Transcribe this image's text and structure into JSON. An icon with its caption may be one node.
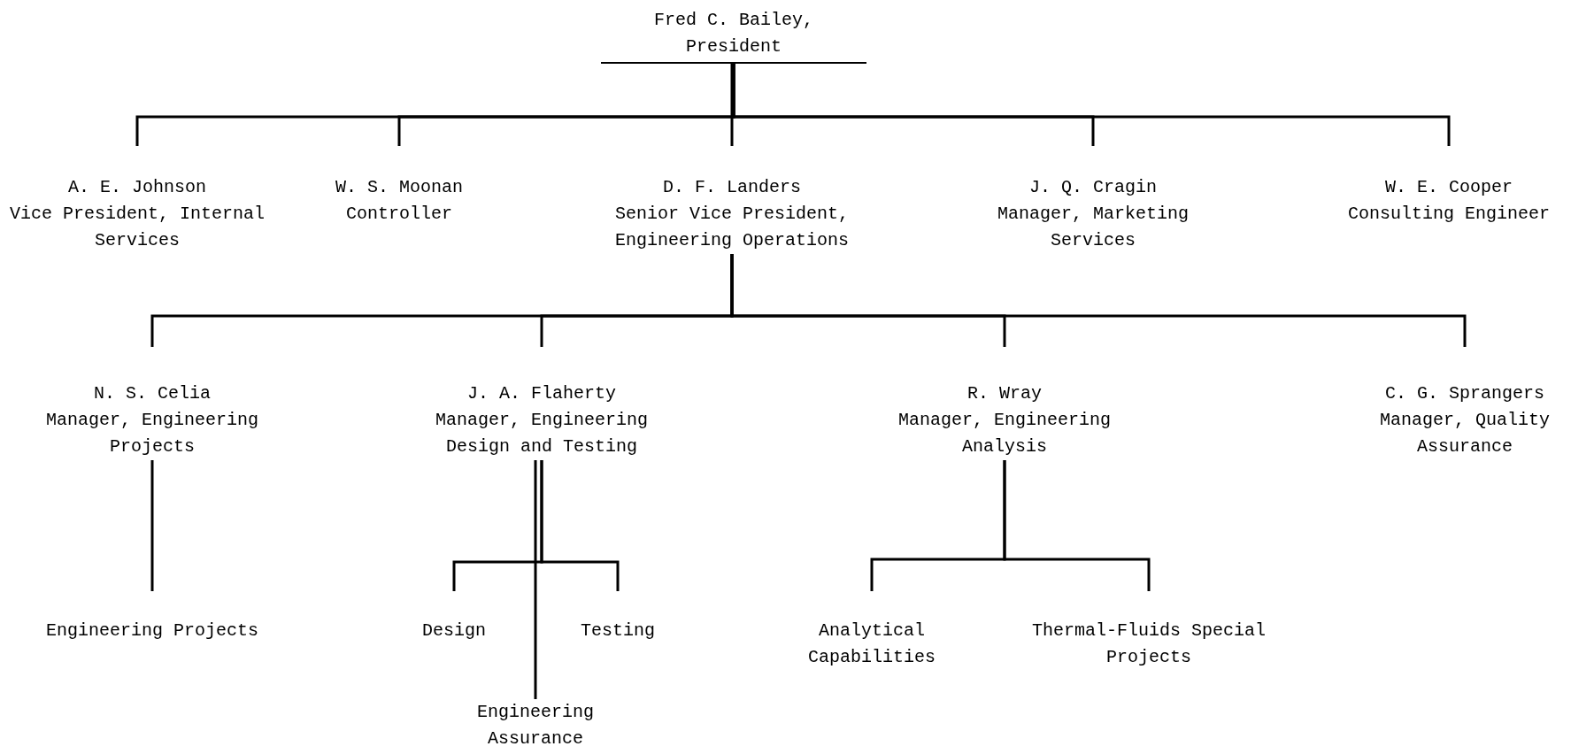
{
  "diagram": {
    "nodes": [
      {
        "text": [
          "Fred C. Bailey,",
          "President"
        ]
      },
      {
        "text": [
          "A. E. Johnson",
          "Vice President, Internal Services"
        ]
      },
      {
        "text": [
          "W. S. Moonan",
          "Controller"
        ]
      },
      {
        "text": [
          "D. F. Landers",
          "Senior Vice President, Engineering Operations"
        ]
      },
      {
        "text": [
          "J. Q. Cragin",
          "Manager, Marketing Services"
        ]
      },
      {
        "text": [
          "W. E. Cooper",
          "Consulting Engineer"
        ]
      },
      {
        "text": [
          "N. S. Celia",
          "Manager, Engineering Projects"
        ]
      },
      {
        "text": [
          "J. A. Flaherty",
          "Manager, Engineering Design and Testing"
        ]
      },
      {
        "text": [
          "R. Wray",
          "Manager, Engineering Analysis"
        ]
      },
      {
        "text": [
          "C. G. Sprangers",
          "Manager, Quality Assurance"
        ]
      },
      {
        "text": [
          "Engineering Projects"
        ]
      },
      {
        "text": [
          "Design"
        ]
      },
      {
        "text": [
          "Testing"
        ]
      },
      {
        "text": [
          "Engineering Assurance"
        ]
      },
      {
        "text": [
          "Analytical Capabilities"
        ]
      },
      {
        "text": [
          "Thermal-Fluids Special Projects"
        ]
      }
    ],
    "edges": [
      {
        "from": 0,
        "to": 1,
        "arrow": "none"
      },
      {
        "from": 0,
        "to": 2,
        "arrow": "none"
      },
      {
        "from": 0,
        "to": 3,
        "arrow": "none"
      },
      {
        "from": 0,
        "to": 4,
        "arrow": "none"
      },
      {
        "from": 0,
        "to": 5,
        "arrow": "none"
      },
      {
        "from": 3,
        "to": 6,
        "arrow": "none"
      },
      {
        "from": 3,
        "to": 7,
        "arrow": "none"
      },
      {
        "from": 3,
        "to": 8,
        "arrow": "none"
      },
      {
        "from": 3,
        "to": 9,
        "arrow": "none"
      },
      {
        "from": 6,
        "to": 10,
        "arrow": "none"
      },
      {
        "from": 7,
        "to": 11,
        "arrow": "none"
      },
      {
        "from": 7,
        "to": 12,
        "arrow": "none"
      },
      {
        "from": 7,
        "to": 13,
        "arrow": "none"
      },
      {
        "from": 8,
        "to": 14,
        "arrow": "none"
      },
      {
        "from": 8,
        "to": 15,
        "arrow": "none"
      }
    ]
  }
}
